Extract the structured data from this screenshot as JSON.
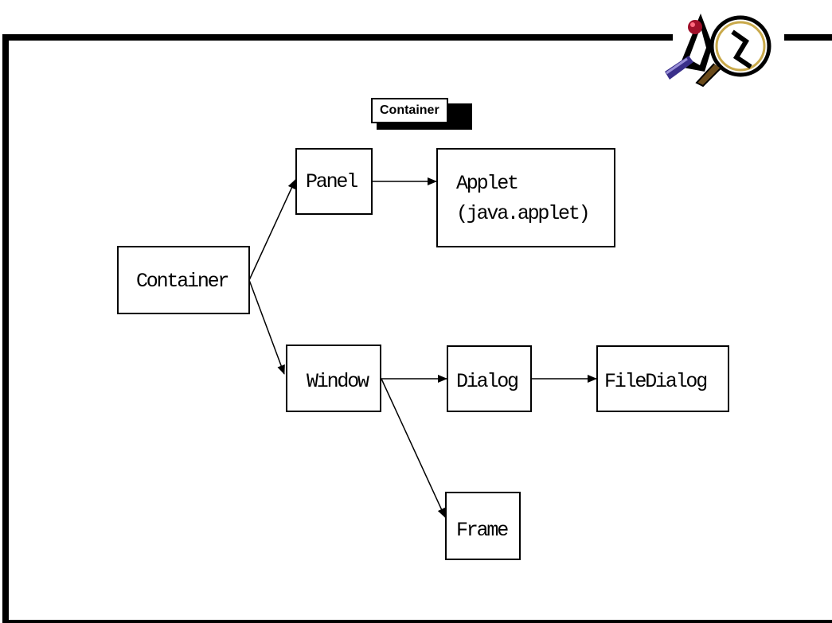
{
  "diagram": {
    "title": "Container",
    "nodes": {
      "container": "Container",
      "panel": "Panel",
      "applet_line1": "Applet",
      "applet_line2": "(java.applet)",
      "window": "Window",
      "dialog": "Dialog",
      "filedialog": "FileDialog",
      "frame": "Frame"
    },
    "edges": [
      {
        "from": "Container",
        "to": "Panel"
      },
      {
        "from": "Container",
        "to": "Window"
      },
      {
        "from": "Panel",
        "to": "Applet"
      },
      {
        "from": "Window",
        "to": "Dialog"
      },
      {
        "from": "Window",
        "to": "Frame"
      },
      {
        "from": "Dialog",
        "to": "FileDialog"
      }
    ]
  },
  "logo": {
    "icon": "java-duke-magnifier-icon"
  }
}
